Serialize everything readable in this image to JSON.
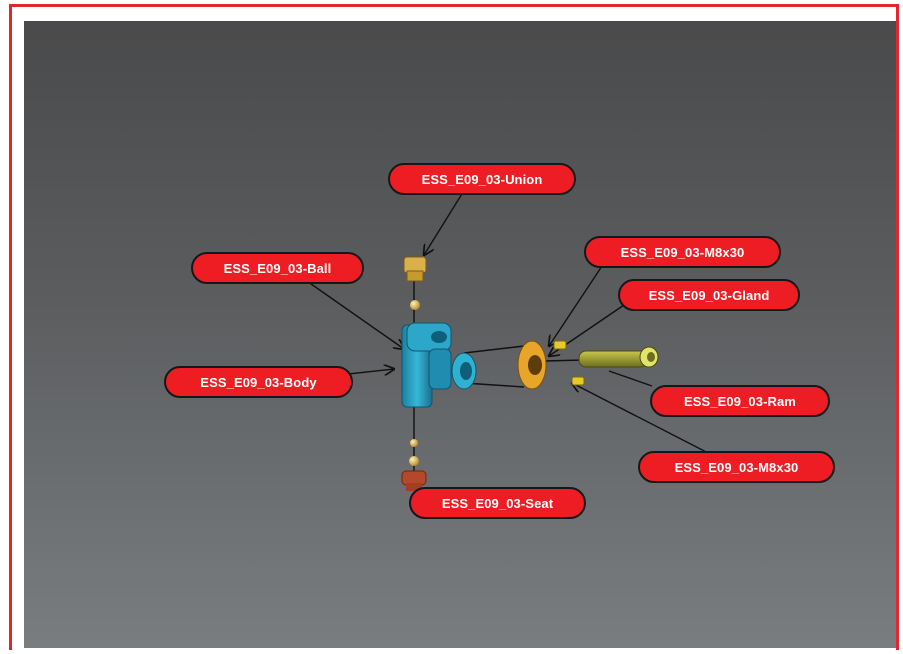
{
  "callouts": {
    "union": "ESS_E09_03-Union",
    "ball": "ESS_E09_03-Ball",
    "m8x30_top": "ESS_E09_03-M8x30",
    "gland": "ESS_E09_03-Gland",
    "body": "ESS_E09_03-Body",
    "ram": "ESS_E09_03-Ram",
    "m8x30_bottom": "ESS_E09_03-M8x30",
    "seat": "ESS_E09_03-Seat"
  },
  "colors": {
    "frame_border": "#e3262b",
    "callout_fill": "#ee1d23",
    "body_part": "#2aa6c8",
    "gland_part": "#e7a52a",
    "ram_part": "#9a9a2a",
    "union_part": "#d9b04a",
    "seat_part": "#b5482a"
  }
}
